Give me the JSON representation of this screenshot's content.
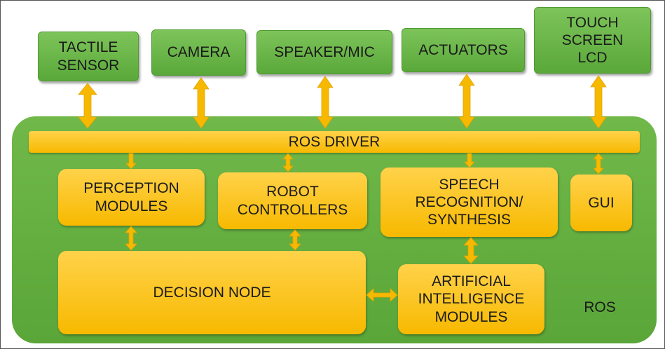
{
  "diagram": {
    "devices": [
      {
        "id": "tactile-sensor",
        "label": "TACTILE\nSENSOR"
      },
      {
        "id": "camera",
        "label": "CAMERA"
      },
      {
        "id": "speaker-mic",
        "label": "SPEAKER/MIC"
      },
      {
        "id": "actuators",
        "label": "ACTUATORS"
      },
      {
        "id": "touch-screen-lcd",
        "label": "TOUCH\nSCREEN\nLCD"
      }
    ],
    "ros_driver": "ROS DRIVER",
    "modules": [
      {
        "id": "perception-modules",
        "label": "PERCEPTION\nMODULES"
      },
      {
        "id": "robot-controllers",
        "label": "ROBOT\nCONTROLLERS"
      },
      {
        "id": "speech-recognition",
        "label": "SPEECH\nRECOGNITION/\nSYNTHESIS"
      },
      {
        "id": "gui",
        "label": "GUI"
      },
      {
        "id": "decision-node",
        "label": "DECISION NODE"
      },
      {
        "id": "ai-modules",
        "label": "ARTIFICIAL\nINTELLIGENCE\nMODULES"
      }
    ],
    "platform_label": "ROS",
    "colors": {
      "device_box": "#6ab94a",
      "platform": "#66ad42",
      "module_box": "#fcc419",
      "arrow": "#f7b900"
    }
  }
}
